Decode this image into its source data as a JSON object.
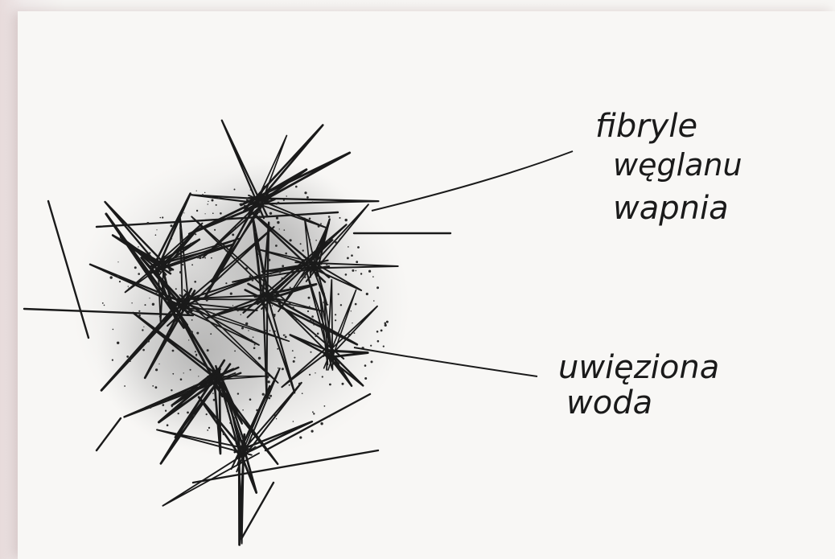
{
  "labels": {
    "crystal_fibers": [
      "fibryle",
      "węglanu",
      "wapnia"
    ],
    "bound_water": [
      "uwięziona",
      "woda"
    ]
  },
  "colors": {
    "ink": "#1a1a1a",
    "paper": "#f8f7f5",
    "shade": "#8f8f8f"
  }
}
